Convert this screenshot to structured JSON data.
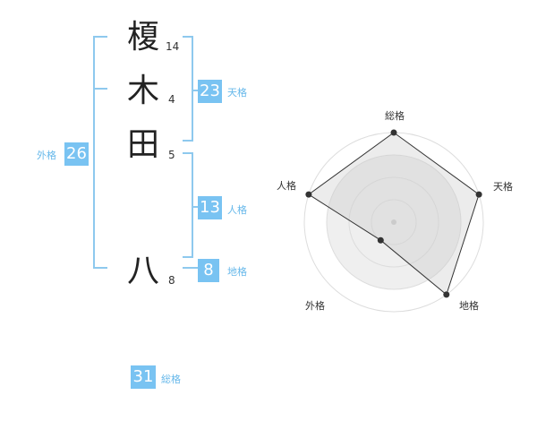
{
  "name": {
    "chars": [
      {
        "char": "榎",
        "strokes": "14"
      },
      {
        "char": "木",
        "strokes": "4"
      },
      {
        "char": "田",
        "strokes": "5"
      },
      {
        "char": "八",
        "strokes": "8"
      }
    ]
  },
  "results": {
    "tenkaku": {
      "value": "23",
      "label": "天格"
    },
    "jinkaku": {
      "value": "13",
      "label": "人格"
    },
    "chikaku": {
      "value": "8",
      "label": "地格"
    },
    "gaikaku": {
      "value": "26",
      "label": "外格"
    },
    "soukaku": {
      "value": "31",
      "label": "総格"
    }
  },
  "radar": {
    "labels": [
      "総格",
      "天格",
      "地格",
      "外格",
      "人格"
    ],
    "levels": 4,
    "values": [
      1.0,
      1.0,
      1.0,
      0.25,
      1.0
    ],
    "line_color": "#333333",
    "fill_color": "#eeeeee"
  },
  "colors": {
    "accent": "#79c3f2",
    "bracket": "#8ec9ee"
  }
}
